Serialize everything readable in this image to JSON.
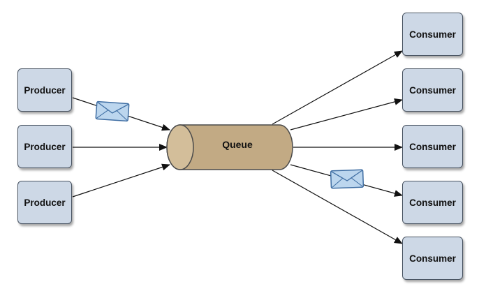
{
  "producers": [
    {
      "label": "Producer"
    },
    {
      "label": "Producer"
    },
    {
      "label": "Producer"
    }
  ],
  "queue": {
    "label": "Queue"
  },
  "consumers": [
    {
      "label": "Consumer"
    },
    {
      "label": "Consumer"
    },
    {
      "label": "Consumer"
    },
    {
      "label": "Consumer"
    },
    {
      "label": "Consumer"
    }
  ],
  "colors": {
    "box_fill": "#cdd8e6",
    "box_border": "#4a5563",
    "queue_fill": "#c2aa84",
    "queue_border": "#4a4a4a",
    "envelope_fill": "#bcd6ee",
    "envelope_border": "#3f6ea3",
    "arrow": "#111111"
  }
}
